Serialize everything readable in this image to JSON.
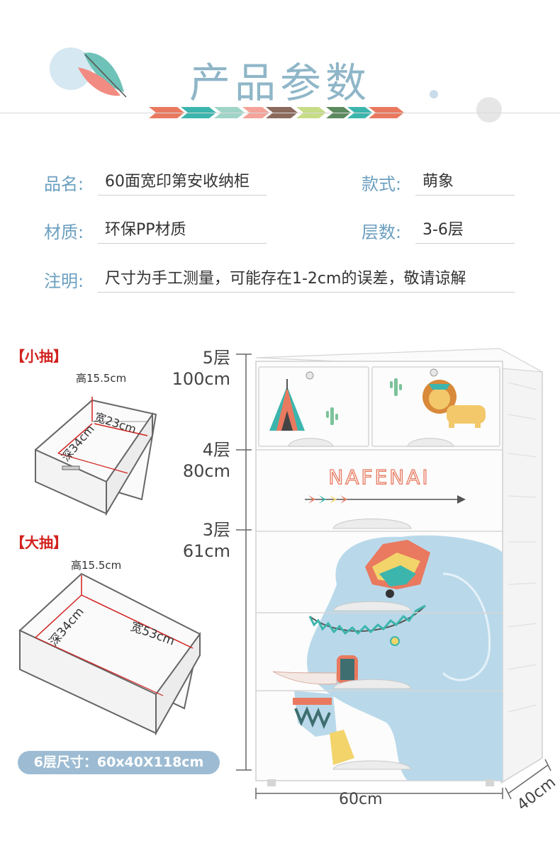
{
  "header": {
    "title": "产品参数"
  },
  "specs": {
    "name_label": "品名:",
    "name_value": "60面宽印第安收纳柜",
    "style_label": "款式:",
    "style_value": "萌象",
    "material_label": "材质:",
    "material_value": "环保PP材质",
    "layers_label": "层数:",
    "layers_value": "3-6层",
    "note_label": "注明:",
    "note_value": "尺寸为手工测量，可能存在1-2cm的误差，敬请谅解"
  },
  "small_drawer": {
    "title": "【小抽】",
    "height": "高15.5cm",
    "width": "宽23cm",
    "depth": "深34cm"
  },
  "large_drawer": {
    "title": "【大抽】",
    "height": "高15.5cm",
    "width": "宽53cm",
    "depth": "深34cm"
  },
  "layer_heights": [
    {
      "layer": "5层",
      "height": "100cm"
    },
    {
      "layer": "4层",
      "height": "80cm"
    },
    {
      "layer": "3层",
      "height": "61cm"
    }
  ],
  "brand_text": "NAFENAI",
  "size_badge": "6层尺寸：60x40X118cm",
  "cabinet_width": "60cm",
  "cabinet_depth": "40cm",
  "colors": {
    "accent_blue": "#6b9fc0",
    "title_blue": "#8fb6c8",
    "red": "#d2221f",
    "elephant": "#b9d9ea"
  }
}
